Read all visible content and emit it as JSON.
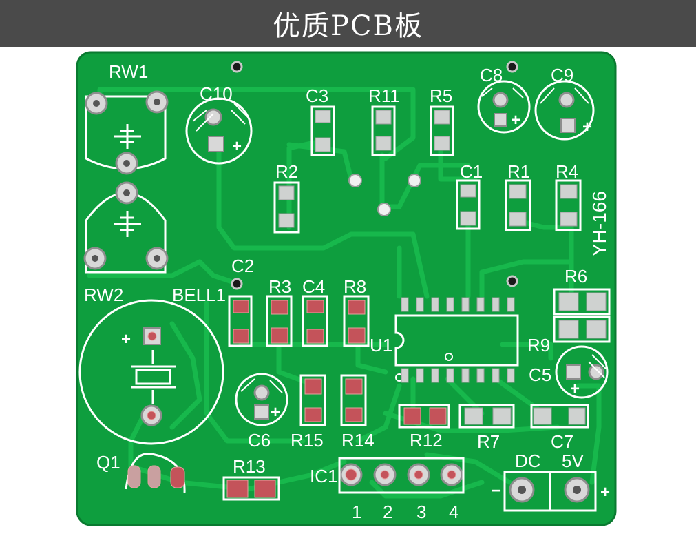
{
  "banner": {
    "title": "优质PCB板"
  },
  "board": {
    "model": "YH-166",
    "colors": {
      "board": "#0e9e3e",
      "trace": "#13b84a",
      "silk": "#ffffff",
      "pad": "#c9c9c9",
      "copper": "#c0392b",
      "banner": "#4a4a4a"
    },
    "labels": {
      "rw1": "RW1",
      "rw2": "RW2",
      "c10": "C10",
      "c3": "C3",
      "r11": "R11",
      "r5": "R5",
      "c8": "C8",
      "c9": "C9",
      "r2": "R2",
      "c1": "C1",
      "r1": "R1",
      "r4": "R4",
      "c2": "C2",
      "r3": "R3",
      "c4": "C4",
      "r8": "R8",
      "r6": "R6",
      "bell1": "BELL1",
      "u1": "U1",
      "r9": "R9",
      "c5": "C5",
      "c6": "C6",
      "r15": "R15",
      "r14": "R14",
      "r12": "R12",
      "r7": "R7",
      "c7": "C7",
      "q1": "Q1",
      "r13": "R13",
      "ic1": "IC1",
      "dc": "DC",
      "v5": "5V",
      "pin1": "1",
      "pin2": "2",
      "pin3": "3",
      "pin4": "4",
      "plus1": "+",
      "plus2": "+",
      "plus3": "+",
      "plus4": "+",
      "plus5": "+",
      "plus6": "+",
      "plus7": "+",
      "minus1": "−"
    }
  }
}
